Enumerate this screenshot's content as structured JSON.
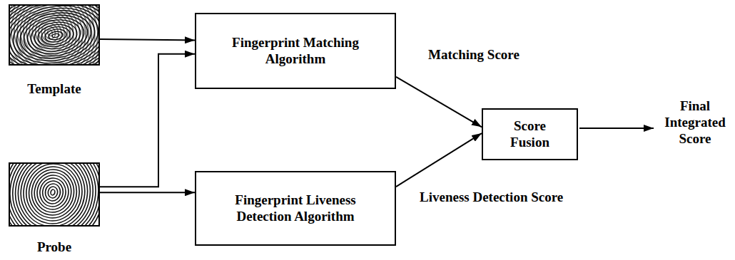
{
  "diagram": {
    "nodes": [
      {
        "text": [
          "Template"
        ]
      },
      {
        "text": [
          "Fingerprint Matching Algorithm"
        ]
      },
      {
        "text": [
          "Probe"
        ]
      },
      {
        "text": [
          "Fingerprint Liveness Detection Algorithm"
        ]
      },
      {
        "text": [
          "Score Fusion"
        ]
      }
    ],
    "edges": [
      {
        "from": 0,
        "to": 1,
        "arrow": "to"
      },
      {
        "from": 2,
        "to": 1,
        "arrow": "to"
      },
      {
        "from": 2,
        "to": 3,
        "arrow": "to"
      },
      {
        "from": 1,
        "to": 4,
        "arrow": "to",
        "label": "Matching Score"
      },
      {
        "from": 3,
        "to": 4,
        "arrow": "to",
        "label": "Liveness Detection Score"
      }
    ],
    "labels": [
      "Final Integrated Score"
    ]
  }
}
